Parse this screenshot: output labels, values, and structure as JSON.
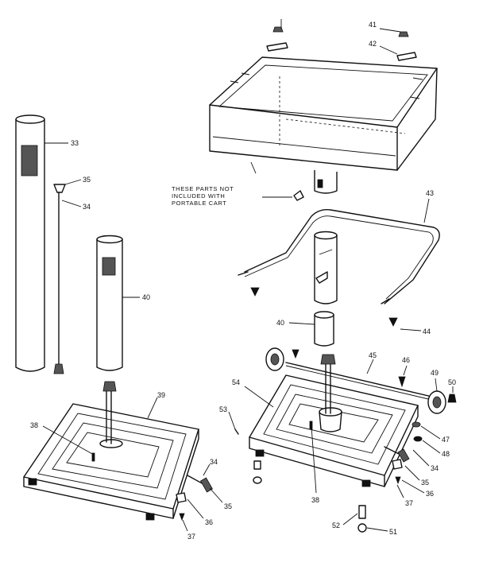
{
  "callouts": {
    "c33": "33",
    "c34a": "34",
    "c35a": "35",
    "c40a": "40",
    "c39": "39",
    "c38a": "38",
    "c34b": "34",
    "c35b": "35",
    "c36a": "36",
    "c37a": "37",
    "c41": "41",
    "c42": "42",
    "c43": "43",
    "c40b": "40",
    "c44": "44",
    "c45": "45",
    "c46": "46",
    "c49": "49",
    "c50": "50",
    "c54": "54",
    "c53": "53",
    "c47": "47",
    "c48": "48",
    "c34c": "34",
    "c35c": "35",
    "c36b": "36",
    "c37b": "37",
    "c38b": "38",
    "c52": "52",
    "c51": "51"
  },
  "note": {
    "line1": "THESE PARTS NOT",
    "line2": "INCLUDED WITH",
    "line3": "PORTABLE CART"
  }
}
